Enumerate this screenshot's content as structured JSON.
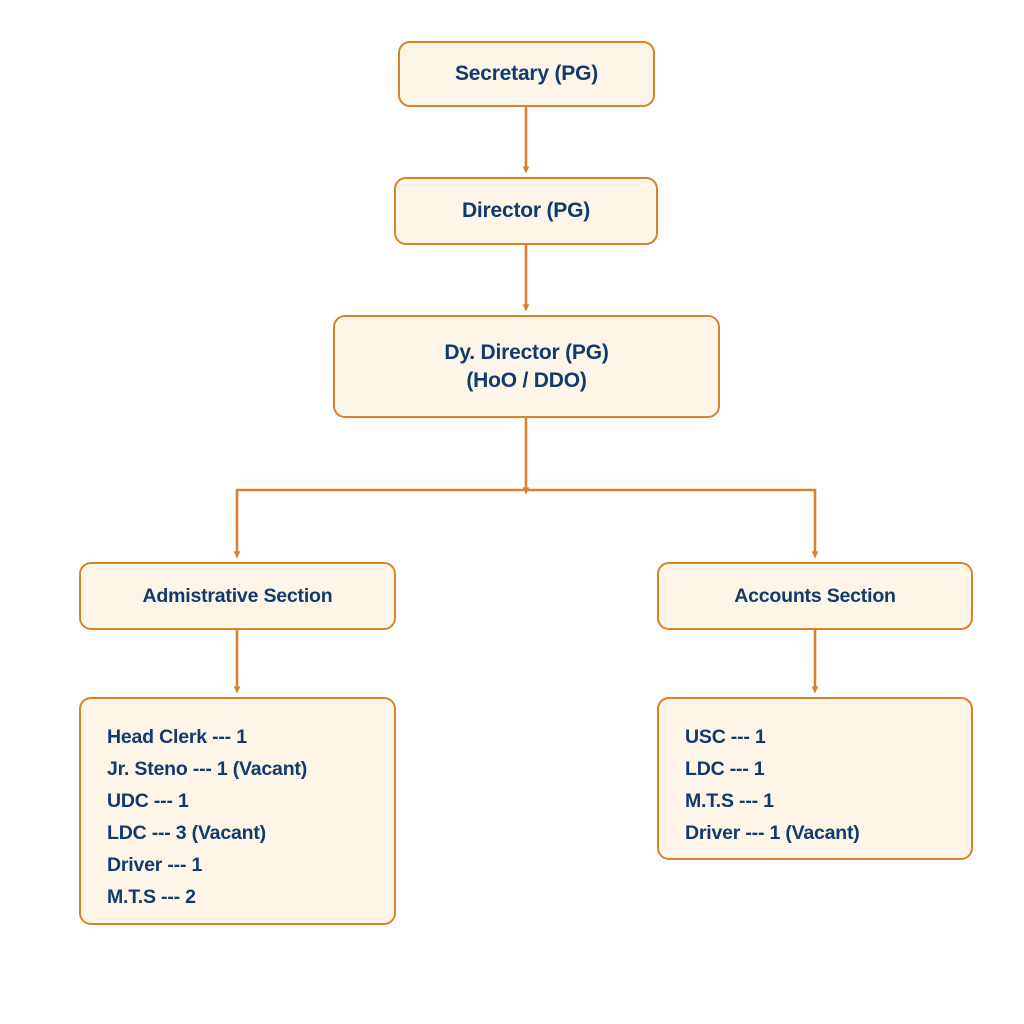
{
  "diagram": {
    "type": "organizational-chart",
    "colors": {
      "node_fill": "#fdf6e8",
      "node_border": "#d9822b",
      "connector": "#d9822b",
      "text": "#123a6d",
      "background": "#ffffff"
    },
    "nodes": {
      "secretary": {
        "lines": [
          "Secretary (PG)"
        ]
      },
      "director": {
        "lines": [
          "Director (PG)"
        ]
      },
      "dy_director": {
        "lines": [
          "Dy. Director (PG)",
          "(HoO / DDO)"
        ]
      },
      "admin_section": {
        "lines": [
          "Admistrative Section"
        ]
      },
      "accounts_section": {
        "lines": [
          "Accounts Section"
        ]
      },
      "admin_staff": {
        "lines": [
          "Head Clerk --- 1",
          "Jr. Steno --- 1 (Vacant)",
          "UDC --- 1",
          "LDC --- 3 (Vacant)",
          "Driver --- 1",
          "M.T.S --- 2"
        ]
      },
      "accounts_staff": {
        "lines": [
          "USC --- 1",
          "LDC --- 1",
          "M.T.S --- 1",
          "Driver --- 1 (Vacant)"
        ]
      }
    }
  }
}
